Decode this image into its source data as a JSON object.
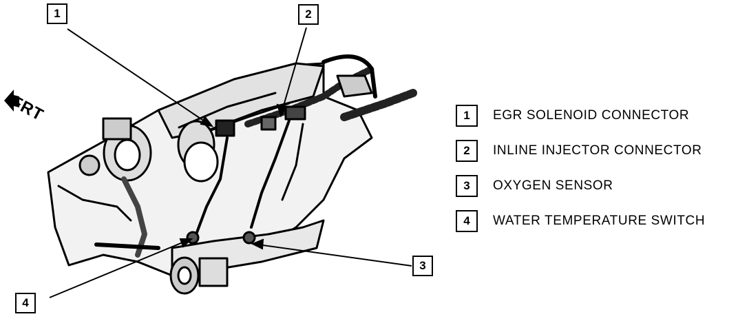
{
  "direction_label": "FRT",
  "callouts": [
    {
      "num": "1"
    },
    {
      "num": "2"
    },
    {
      "num": "3"
    },
    {
      "num": "4"
    }
  ],
  "legend": [
    {
      "num": "1",
      "label": "EGR SOLENOID CONNECTOR"
    },
    {
      "num": "2",
      "label": "INLINE INJECTOR CONNECTOR"
    },
    {
      "num": "3",
      "label": "OXYGEN SENSOR"
    },
    {
      "num": "4",
      "label": "WATER TEMPERATURE SWITCH"
    }
  ]
}
